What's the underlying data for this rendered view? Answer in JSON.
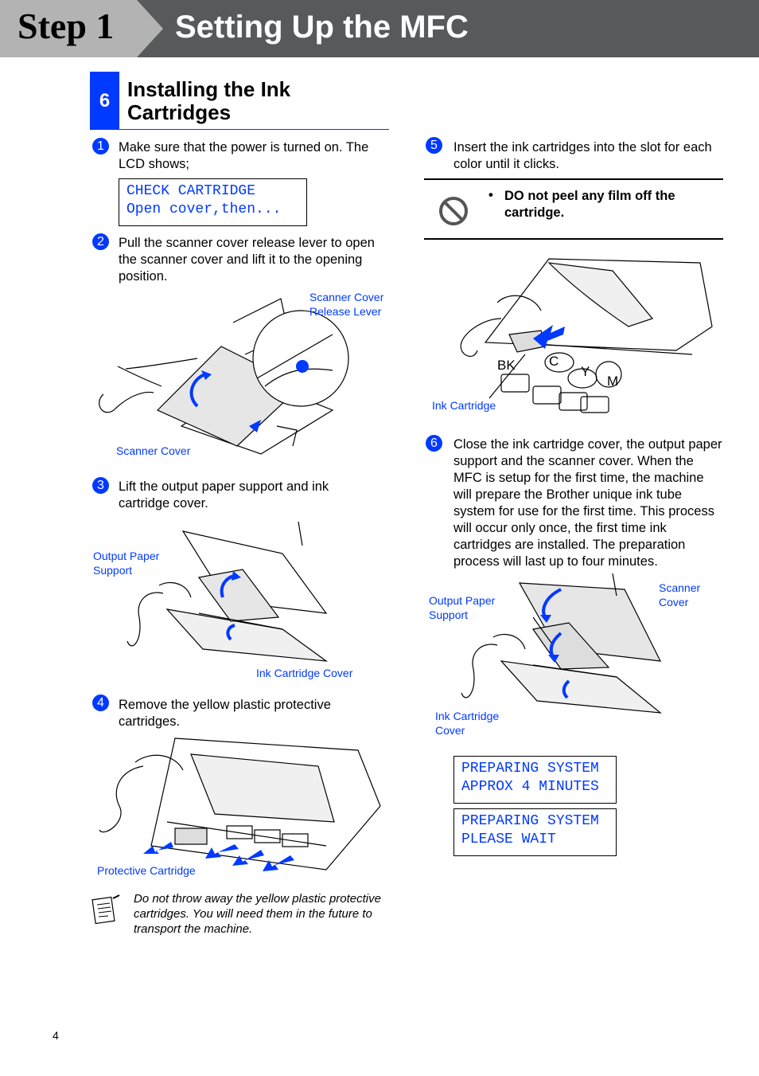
{
  "header": {
    "step_label": "Step 1",
    "title": "Setting Up the MFC"
  },
  "section": {
    "number": "6",
    "title": "Installing the Ink Cartridges"
  },
  "steps": [
    {
      "num": "1",
      "text": "Make sure that the power is turned on. The LCD shows;"
    },
    {
      "num": "2",
      "text": "Pull the scanner cover release lever to open the scanner cover and lift it to the opening position."
    },
    {
      "num": "3",
      "text": "Lift the output paper support and ink cartridge cover."
    },
    {
      "num": "4",
      "text": "Remove the yellow plastic protective cartridges."
    },
    {
      "num": "5",
      "text": "Insert the ink cartridges into the slot for each color until it clicks."
    },
    {
      "num": "6",
      "text": "Close the ink cartridge cover, the output paper support and the scanner cover. When the MFC is setup for the first time, the machine will prepare the Brother unique ink tube system for use for the first time. This process will occur only once, the first time ink cartridges are installed. The preparation process will last up to four minutes."
    }
  ],
  "lcd": {
    "check": "CHECK CARTRIDGE\nOpen cover,then...",
    "preparing1": "PREPARING SYSTEM\nAPPROX 4 MINUTES",
    "preparing2": "PREPARING SYSTEM\nPLEASE WAIT"
  },
  "callouts": {
    "scanner_release": "Scanner Cover\nRelease Lever",
    "scanner_cover": "Scanner Cover",
    "output_paper_3": "Output Paper\nSupport",
    "ink_cover_3": "Ink Cartridge Cover",
    "protective": "Protective Cartridge",
    "ink_cartridge": "Ink Cartridge",
    "output_paper_6": "Output Paper\nSupport",
    "scanner_cover_6": "Scanner\nCover",
    "ink_cover_6": "Ink Cartridge\nCover"
  },
  "color_labels": {
    "bk": "BK",
    "c": "C",
    "y": "Y",
    "m": "M"
  },
  "warning": {
    "text": "DO not peel any film off the cartridge.",
    "icon": "prohibition-icon"
  },
  "note": {
    "text": "Do not throw away the yellow plastic protective cartridges. You will need them in the future to transport the machine.",
    "icon": "memo-note-icon"
  },
  "page_number": "4"
}
